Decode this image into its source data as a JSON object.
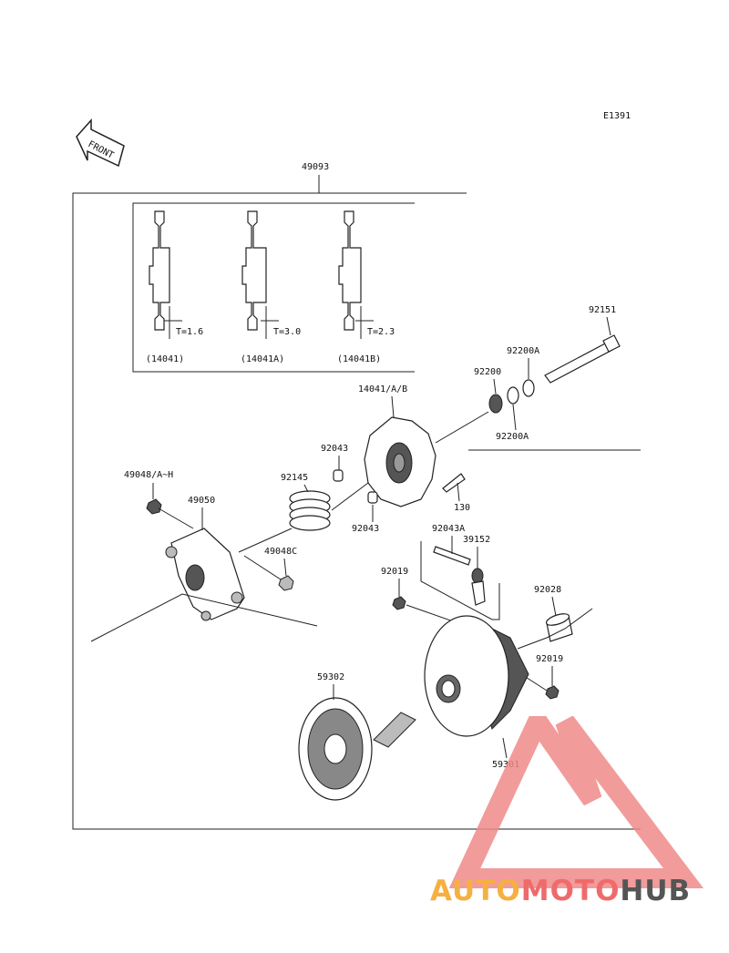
{
  "diagram": {
    "code": "E1391",
    "direction": "FRONT",
    "assembly": "49093",
    "inset": {
      "thickness": [
        "T=1.6",
        "T=3.0",
        "T=2.3"
      ],
      "variants": [
        "(14041)",
        "(14041A)",
        "(14041B)"
      ]
    },
    "parts": {
      "p92151": "92151",
      "p92200A_top": "92200A",
      "p92200": "92200",
      "p92200A_bottom": "92200A",
      "p14041": "14041/A/B",
      "p92043_top": "92043",
      "p92043_bottom": "92043",
      "p130": "130",
      "p49048": "49048/A~H",
      "p49050": "49050",
      "p92145": "92145",
      "p49048C": "49048C",
      "p92043A": "92043A",
      "p39152": "39152",
      "p92019_left": "92019",
      "p92028": "92028",
      "p92019_right": "92019",
      "p59302": "59302",
      "p59301": "59301"
    }
  },
  "watermark": {
    "text_1": "AUTO",
    "text_2": "MOTO",
    "text_3": "HUB",
    "colors": {
      "orange": "#f5b041",
      "red": "#ef6b6b",
      "gray": "#555555",
      "logo": "#f08a8a"
    }
  }
}
